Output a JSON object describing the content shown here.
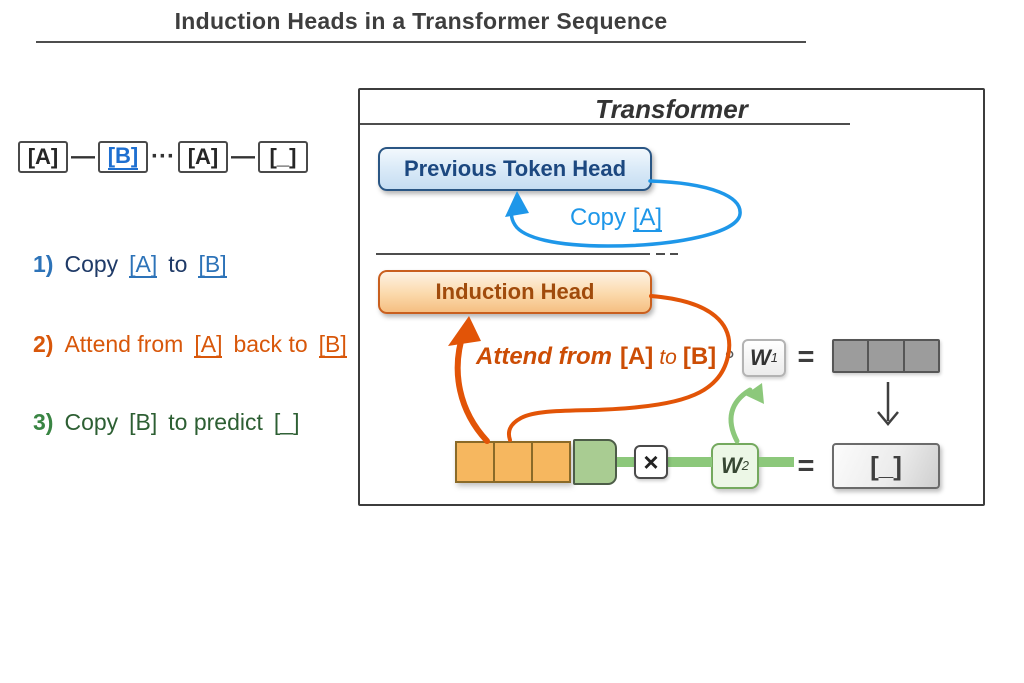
{
  "page": {
    "title": "Induction Heads in a Transformer Sequence"
  },
  "sequence": {
    "token_a1": "[A]",
    "sep1": "—",
    "token_b": "[B]",
    "sep2": "···",
    "token_a2": "[A]",
    "sep3": "—",
    "token_blank": "[_]"
  },
  "steps": [
    {
      "number": "1)",
      "t1": "Copy",
      "token1": "[A]",
      "t2": "to",
      "token2": "[B]"
    },
    {
      "number": "2)",
      "t1": "Attend from",
      "token1": "[A]",
      "t2": "back to",
      "token2": "[B]"
    },
    {
      "number": "3)",
      "t1": "Copy",
      "token1": "[B]",
      "t2": "to predict",
      "token2": "[_]"
    }
  ],
  "transformer": {
    "title": "Transformer",
    "previous_token_head": "Previous Token Head",
    "copy_label": {
      "t1": "Copy",
      "token": "[A]"
    },
    "induction_head": "Induction Head",
    "attend_label": {
      "t1": "Attend from",
      "token1": "[A]",
      "t2": "to",
      "token2": "[B]"
    },
    "compose_op": "∘",
    "w1": {
      "base": "W",
      "sub": "1"
    },
    "equals": "=",
    "times": "×",
    "w2": {
      "base": "W",
      "sub": "2"
    },
    "blank_token": "[_]"
  },
  "colors": {
    "blue_accent": "#1e97e9",
    "navy_text": "#1f3a67",
    "step_token_blue": "#2d73b8",
    "orange_arrow": "#e25407",
    "orange_text": "#cc4d05",
    "step_orange": "#d8570a",
    "green_connector": "#8cc87b",
    "dark_green_text": "#2d5f33",
    "gray_cell": "#9c9c9c",
    "orange_cell": "#f6b75f",
    "green_cell": "#a9cc92"
  }
}
